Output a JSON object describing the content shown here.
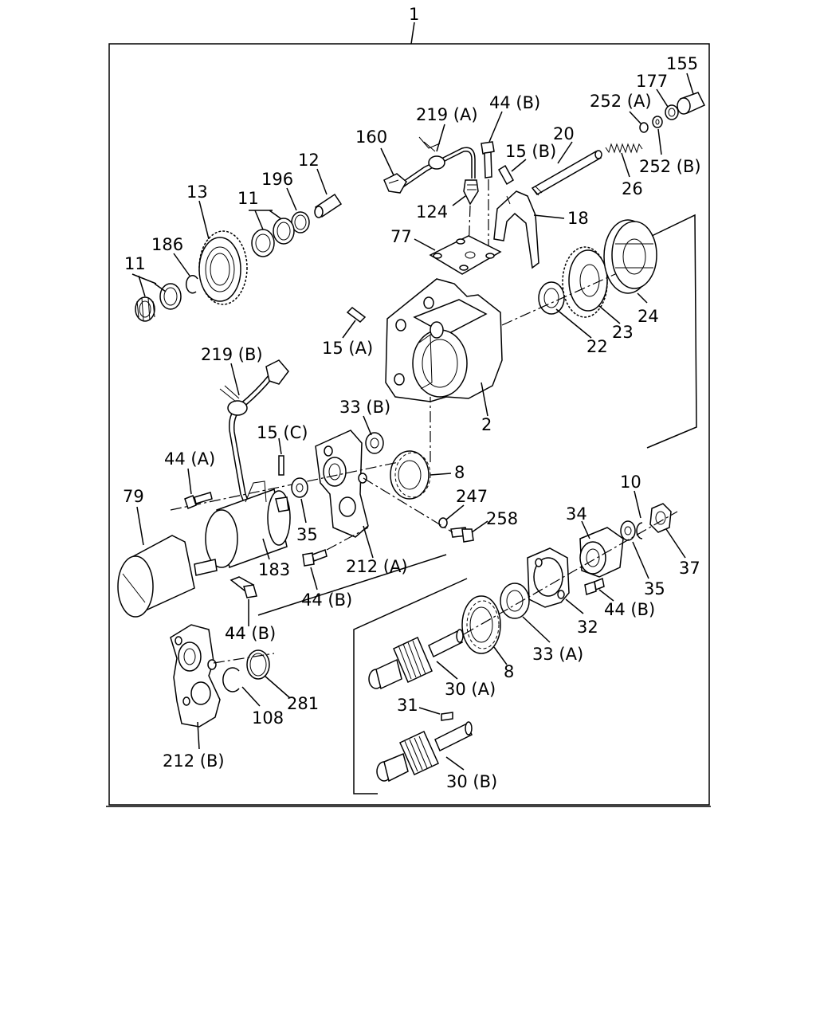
{
  "diagram": {
    "assembly_number": "1",
    "labels": {
      "p155": "155",
      "p177": "177",
      "p252a": "252 (A)",
      "p252b": "252 (B)",
      "p44b_top": "44 (B)",
      "p219a": "219 (A)",
      "p160": "160",
      "p20": "20",
      "p15b": "15 (B)",
      "p26": "26",
      "p12": "12",
      "p196": "196",
      "p13": "13",
      "p11_top": "11",
      "p11_left": "11",
      "p186": "186",
      "p124": "124",
      "p18": "18",
      "p77": "77",
      "p15a": "15 (A)",
      "p22": "22",
      "p23": "23",
      "p24": "24",
      "p219b": "219 (B)",
      "p2": "2",
      "p33b": "33 (B)",
      "p15c": "15 (C)",
      "p44a": "44 (A)",
      "p8_top": "8",
      "p79": "79",
      "p247": "247",
      "p258": "258",
      "p35_left": "35",
      "p183": "183",
      "p212a": "212 (A)",
      "p44b_mid": "44 (B)",
      "p10": "10",
      "p34": "34",
      "p37": "37",
      "p35_right": "35",
      "p44b_right": "44 (B)",
      "p32": "32",
      "p44b_low": "44 (B)",
      "p33a": "33 (A)",
      "p8_low": "8",
      "p30a": "30 (A)",
      "p281": "281",
      "p108": "108",
      "p31": "31",
      "p212b": "212 (B)",
      "p30b": "30 (B)"
    }
  }
}
